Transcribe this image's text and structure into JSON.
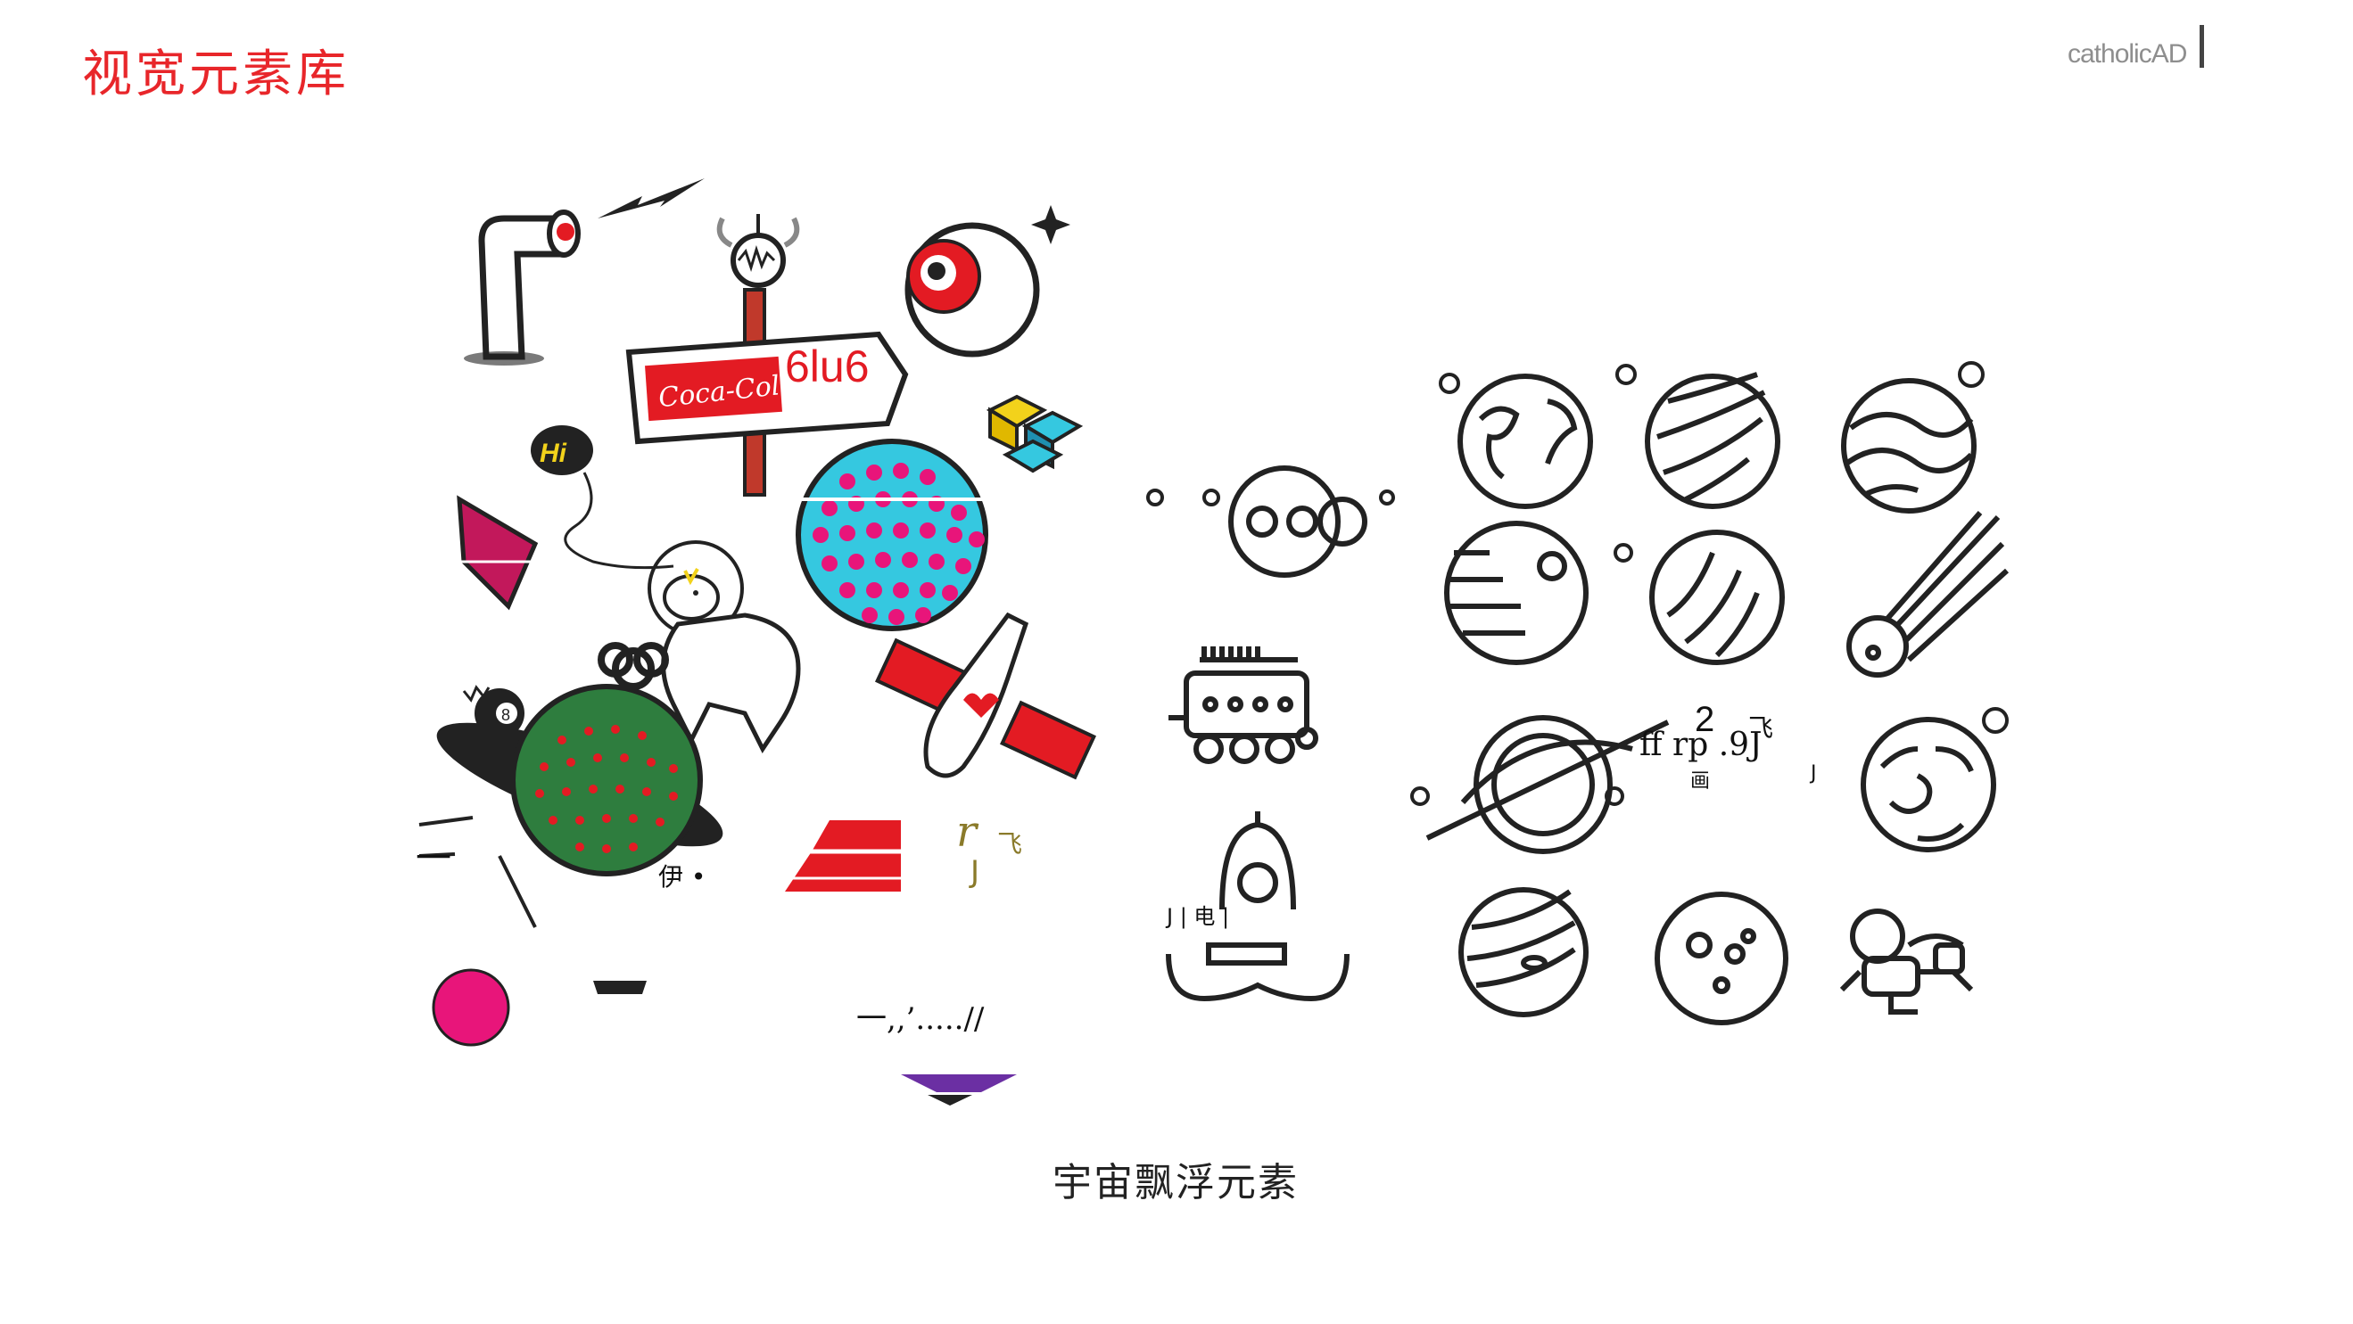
{
  "header": {
    "title": "视宽元素库",
    "brand": "catholicAD"
  },
  "caption": "宇宙飘浮元素",
  "left_panel": {
    "sign_text": "Coca-Cola",
    "sign_overlay": "6lu6",
    "hi_bubble": "Hi",
    "ball_number": "8",
    "artifact_text_1": "伊 •",
    "artifact_text_2": "r",
    "artifact_text_3": "飞",
    "artifact_text_4": "J",
    "artifact_text_5": "一,,’.....//",
    "artifact_text_6": "一"
  },
  "right_panel": {
    "artifact_text_1": "J | 电 |",
    "artifact_text_2": "2",
    "artifact_text_3": "ff rp .9J",
    "artifact_text_4": "飞",
    "artifact_text_5": "画",
    "artifact_text_6": "J"
  },
  "colors": {
    "title": "#e8262a",
    "brand": "#8e8e8e",
    "coke_red": "#e31b23",
    "cyan": "#35c8e0",
    "pink": "#e8157a",
    "green": "#2e7d3e",
    "yellow": "#f2d21b",
    "purple": "#6b2fa3",
    "outline": "#222222"
  }
}
